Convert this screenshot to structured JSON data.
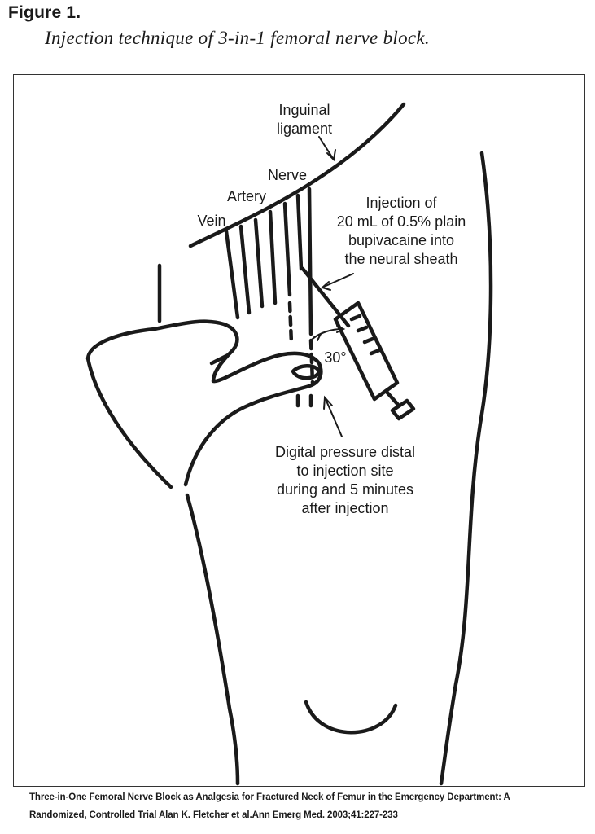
{
  "figure": {
    "label": "Figure 1.",
    "title": "Injection technique of 3-in-1 femoral nerve block."
  },
  "diagram": {
    "labels": {
      "inguinal_ligament": "Inguinal\nligament",
      "nerve": "Nerve",
      "artery": "Artery",
      "vein": "Vein",
      "injection": "Injection of\n20 mL of 0.5% plain\nbupivacaine into\nthe neural sheath",
      "angle": "30°",
      "pressure": "Digital pressure distal\nto injection site\nduring and 5 minutes\nafter injection"
    }
  },
  "caption": {
    "line1": "Three-in-One Femoral Nerve Block as Analgesia for Fractured Neck of Femur in the Emergency Department: A",
    "line2": "Randomized, Controlled Trial Alan K. Fletcher et al.Ann Emerg Med. 2003;41:227-233"
  }
}
